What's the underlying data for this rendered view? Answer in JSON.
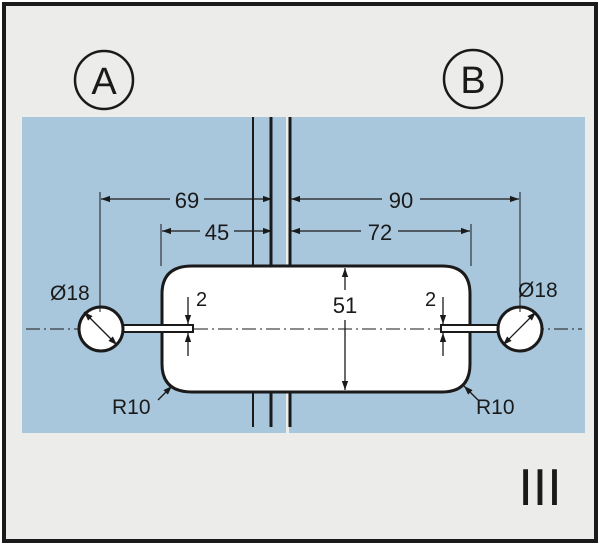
{
  "labels": {
    "panel_a": "A",
    "panel_b": "B",
    "series_mark": "III"
  },
  "dimensions": {
    "a_width_outer": "69",
    "a_width_inner": "45",
    "b_width_outer": "90",
    "b_width_inner": "72",
    "cutout_height": "51",
    "left_gap": "2",
    "right_gap": "2",
    "left_hole": "Ø18",
    "right_hole": "Ø18",
    "left_radius": "R10",
    "right_radius": "R10"
  },
  "colors": {
    "glass": "#a9c7dc",
    "background": "#ececea",
    "line": "#1a1a1a",
    "cutout": "#ffffff"
  }
}
